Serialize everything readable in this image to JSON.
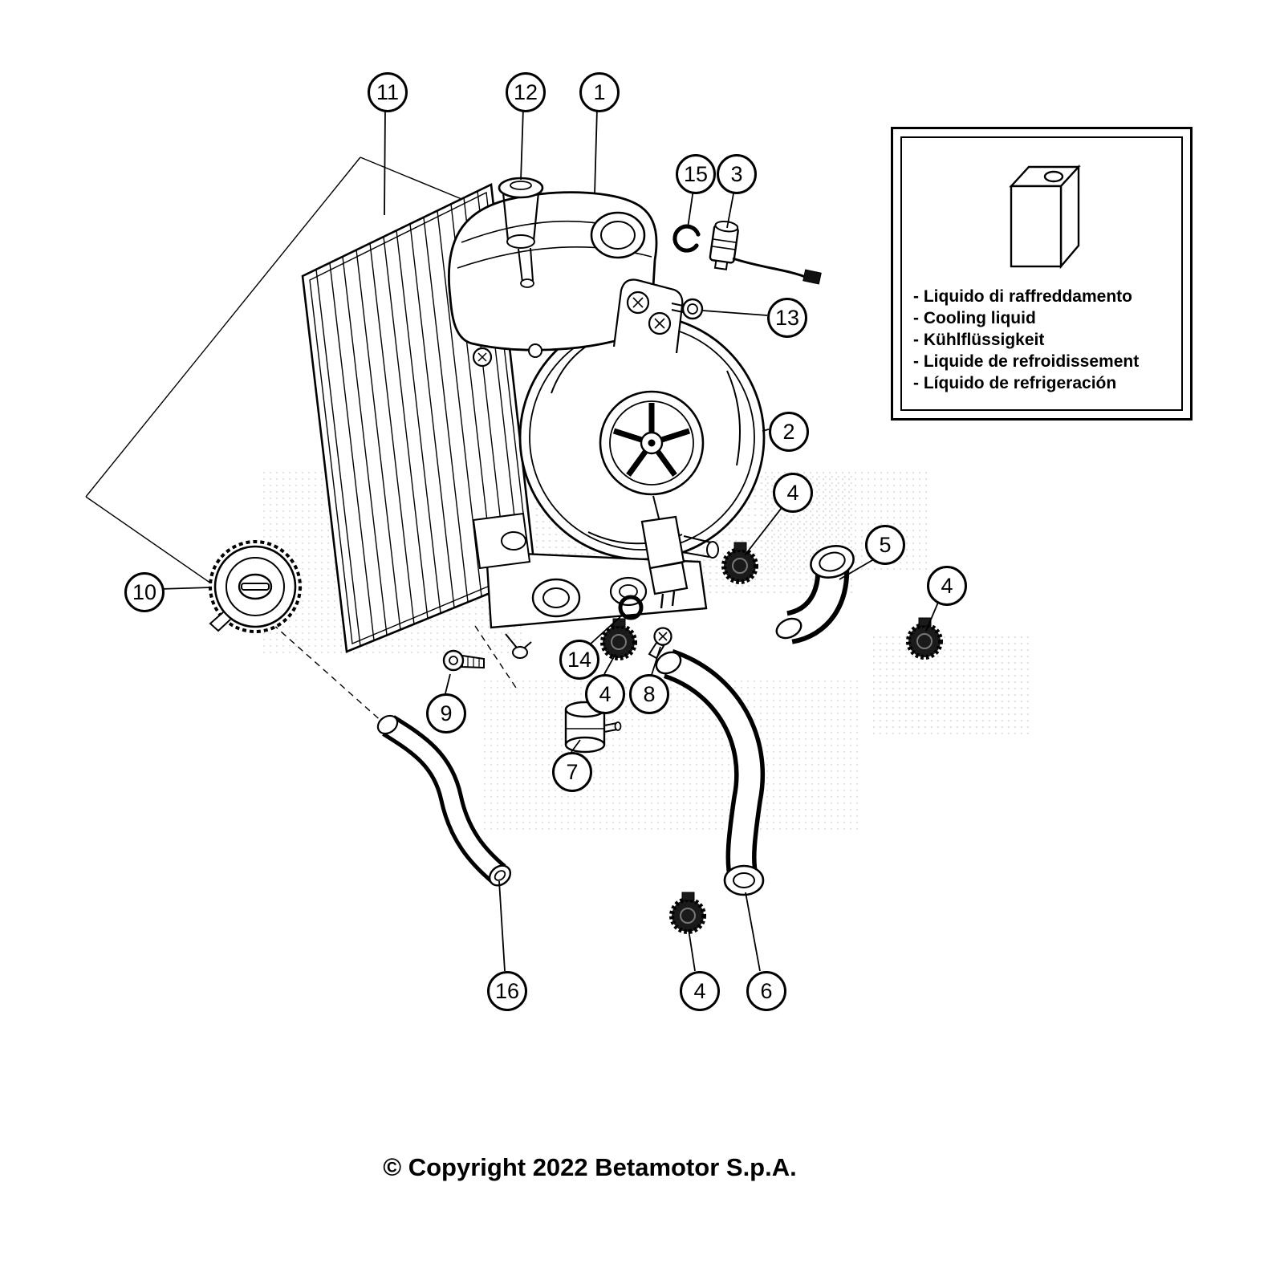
{
  "page": {
    "copyright": "© Copyright 2022 Betamotor S.p.A."
  },
  "legend": {
    "lines": [
      "- Liquido di raffreddamento",
      "- Cooling liquid",
      "- Kühlflüssigkeit",
      "- Liquide de refroidissement",
      "- Líquido de refrigeración"
    ]
  },
  "callouts": {
    "n1": "1",
    "n2": "2",
    "n3": "3",
    "n4": "4",
    "n5": "5",
    "n6": "6",
    "n7": "7",
    "n8": "8",
    "n9": "9",
    "n10": "10",
    "n11": "11",
    "n12": "12",
    "n13": "13",
    "n14": "14",
    "n15": "15",
    "n16": "16"
  },
  "colors": {
    "line": "#000000",
    "background": "#ffffff",
    "clamp_fill": "#1a1a1a"
  }
}
